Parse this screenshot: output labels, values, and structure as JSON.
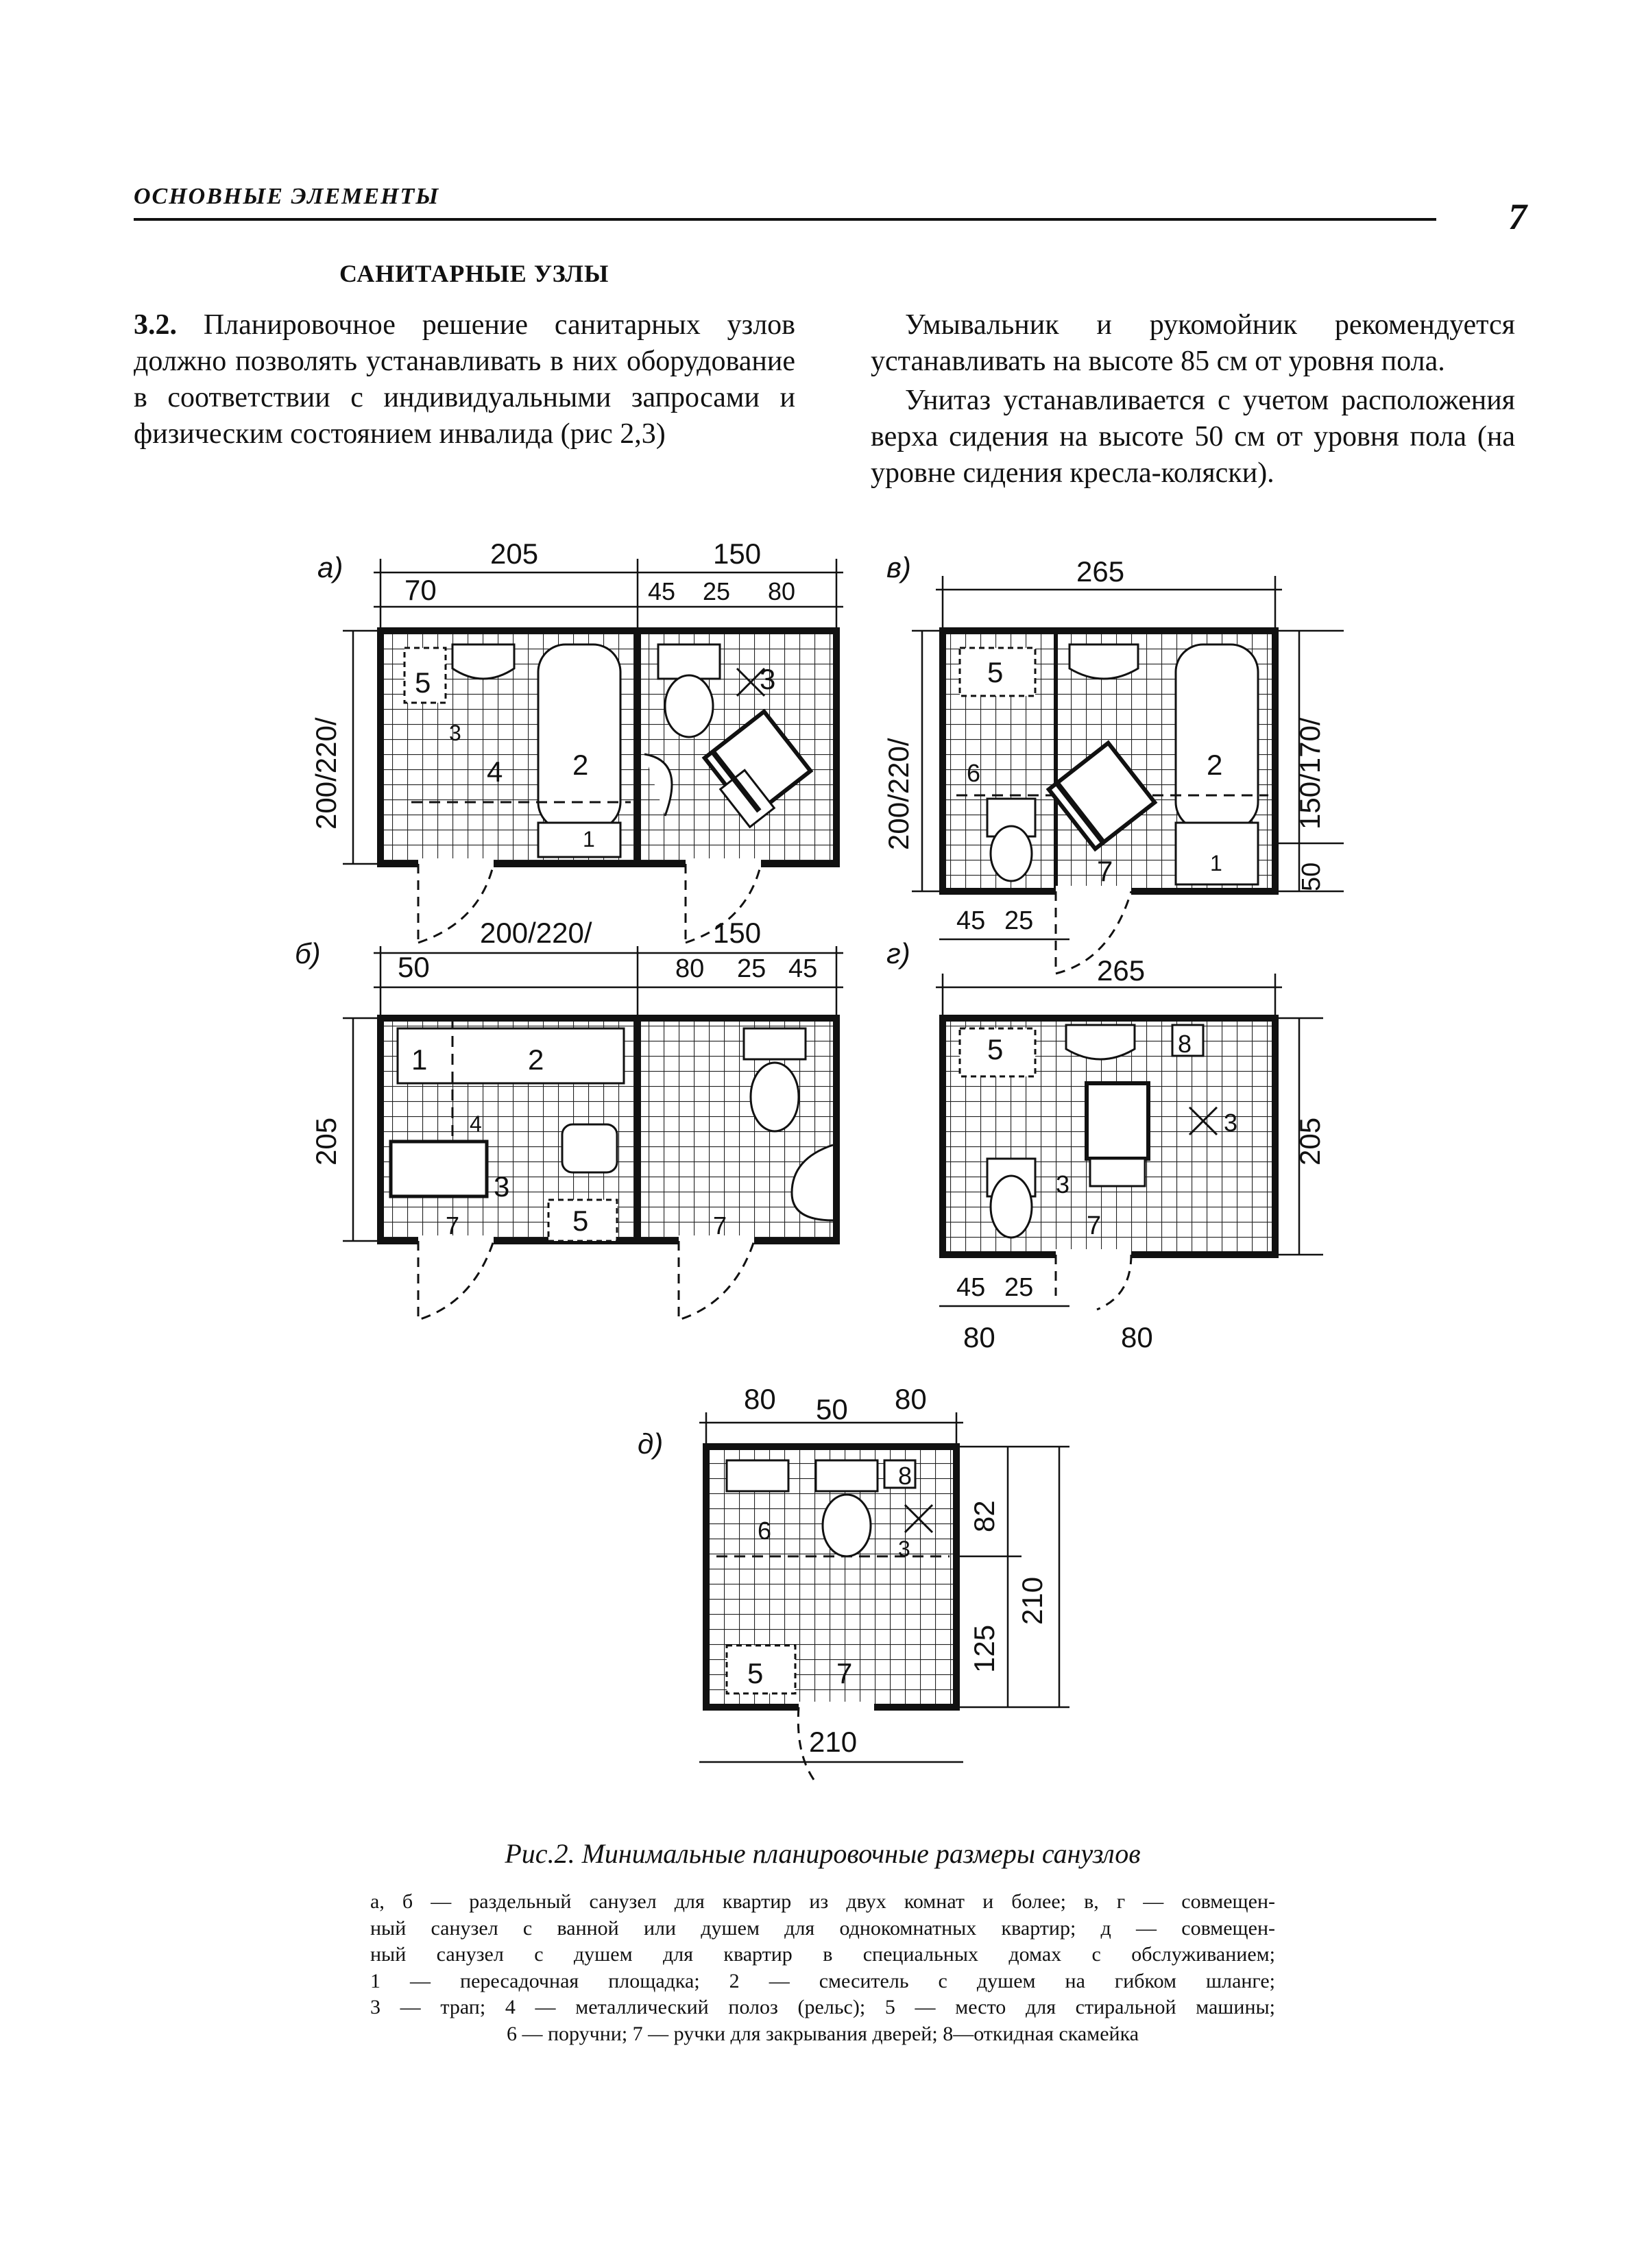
{
  "header": {
    "running_title": "ОСНОВНЫЕ ЭЛЕМЕНТЫ",
    "page_number": "7"
  },
  "section": {
    "title": "САНИТАРНЫЕ УЗЛЫ",
    "para_num": "3.2.",
    "para_text": " Планировочное решение санитарных узлов должно позволять устанавливать в них оборудование в соответствии с индивидуальными запросами и физическим состоянием инвалида (рис 2,3)",
    "right_p1": "Умывальник и рукомойник рекомендуется устанавливать на высоте 85 см от уровня пола.",
    "right_p2": "Унитаз устанавливается с учетом расположения верха сидения на высоте 50 см от уровня пола (на уровне сидения кресла-коляски)."
  },
  "figure": {
    "panels": {
      "a": {
        "label": "а)",
        "dims": [
          "205",
          "150",
          "70",
          "45",
          "25",
          "80",
          "200/220/"
        ],
        "nums": [
          "5",
          "3",
          "4",
          "2",
          "1",
          "3"
        ]
      },
      "b": {
        "label": "б)",
        "dims": [
          "200/220/",
          "150",
          "50",
          "80",
          "25",
          "45",
          "205"
        ],
        "nums": [
          "1",
          "2",
          "4",
          "3",
          "5",
          "7",
          "7"
        ]
      },
      "v": {
        "label": "в)",
        "dims": [
          "265",
          "200/220/",
          "150/170/",
          "50",
          "45",
          "25"
        ],
        "nums": [
          "5",
          "6",
          "2",
          "7",
          "1"
        ]
      },
      "g": {
        "label": "г)",
        "dims": [
          "265",
          "205",
          "45",
          "25",
          "80",
          "80"
        ],
        "nums": [
          "5",
          "8",
          "3",
          "3",
          "7"
        ]
      },
      "d": {
        "label": "д)",
        "dims": [
          "80",
          "50",
          "80",
          "82",
          "210",
          "125",
          "210"
        ],
        "nums": [
          "8",
          "6",
          "3",
          "5",
          "7"
        ]
      }
    },
    "caption": "Рис.2. Минимальные планировочные размеры санузлов",
    "legend_lines": [
      "а, б — раздельный санузел для квартир из двух комнат и более; в, г — совмещен-",
      "ный санузел с ванной или душем для однокомнатных квартир; д — совмещен-",
      "ный санузел с душем для квартир в специальных домах с обслуживанием;",
      "1 — пересадочная площадка; 2 — смеситель с душем на гибком шланге;",
      "3 — трап; 4 — металлический полоз (рельс); 5 — место для стиральной машины;",
      "6 — поручни; 7 — ручки для закрывания дверей; 8—откидная скамейка"
    ]
  }
}
